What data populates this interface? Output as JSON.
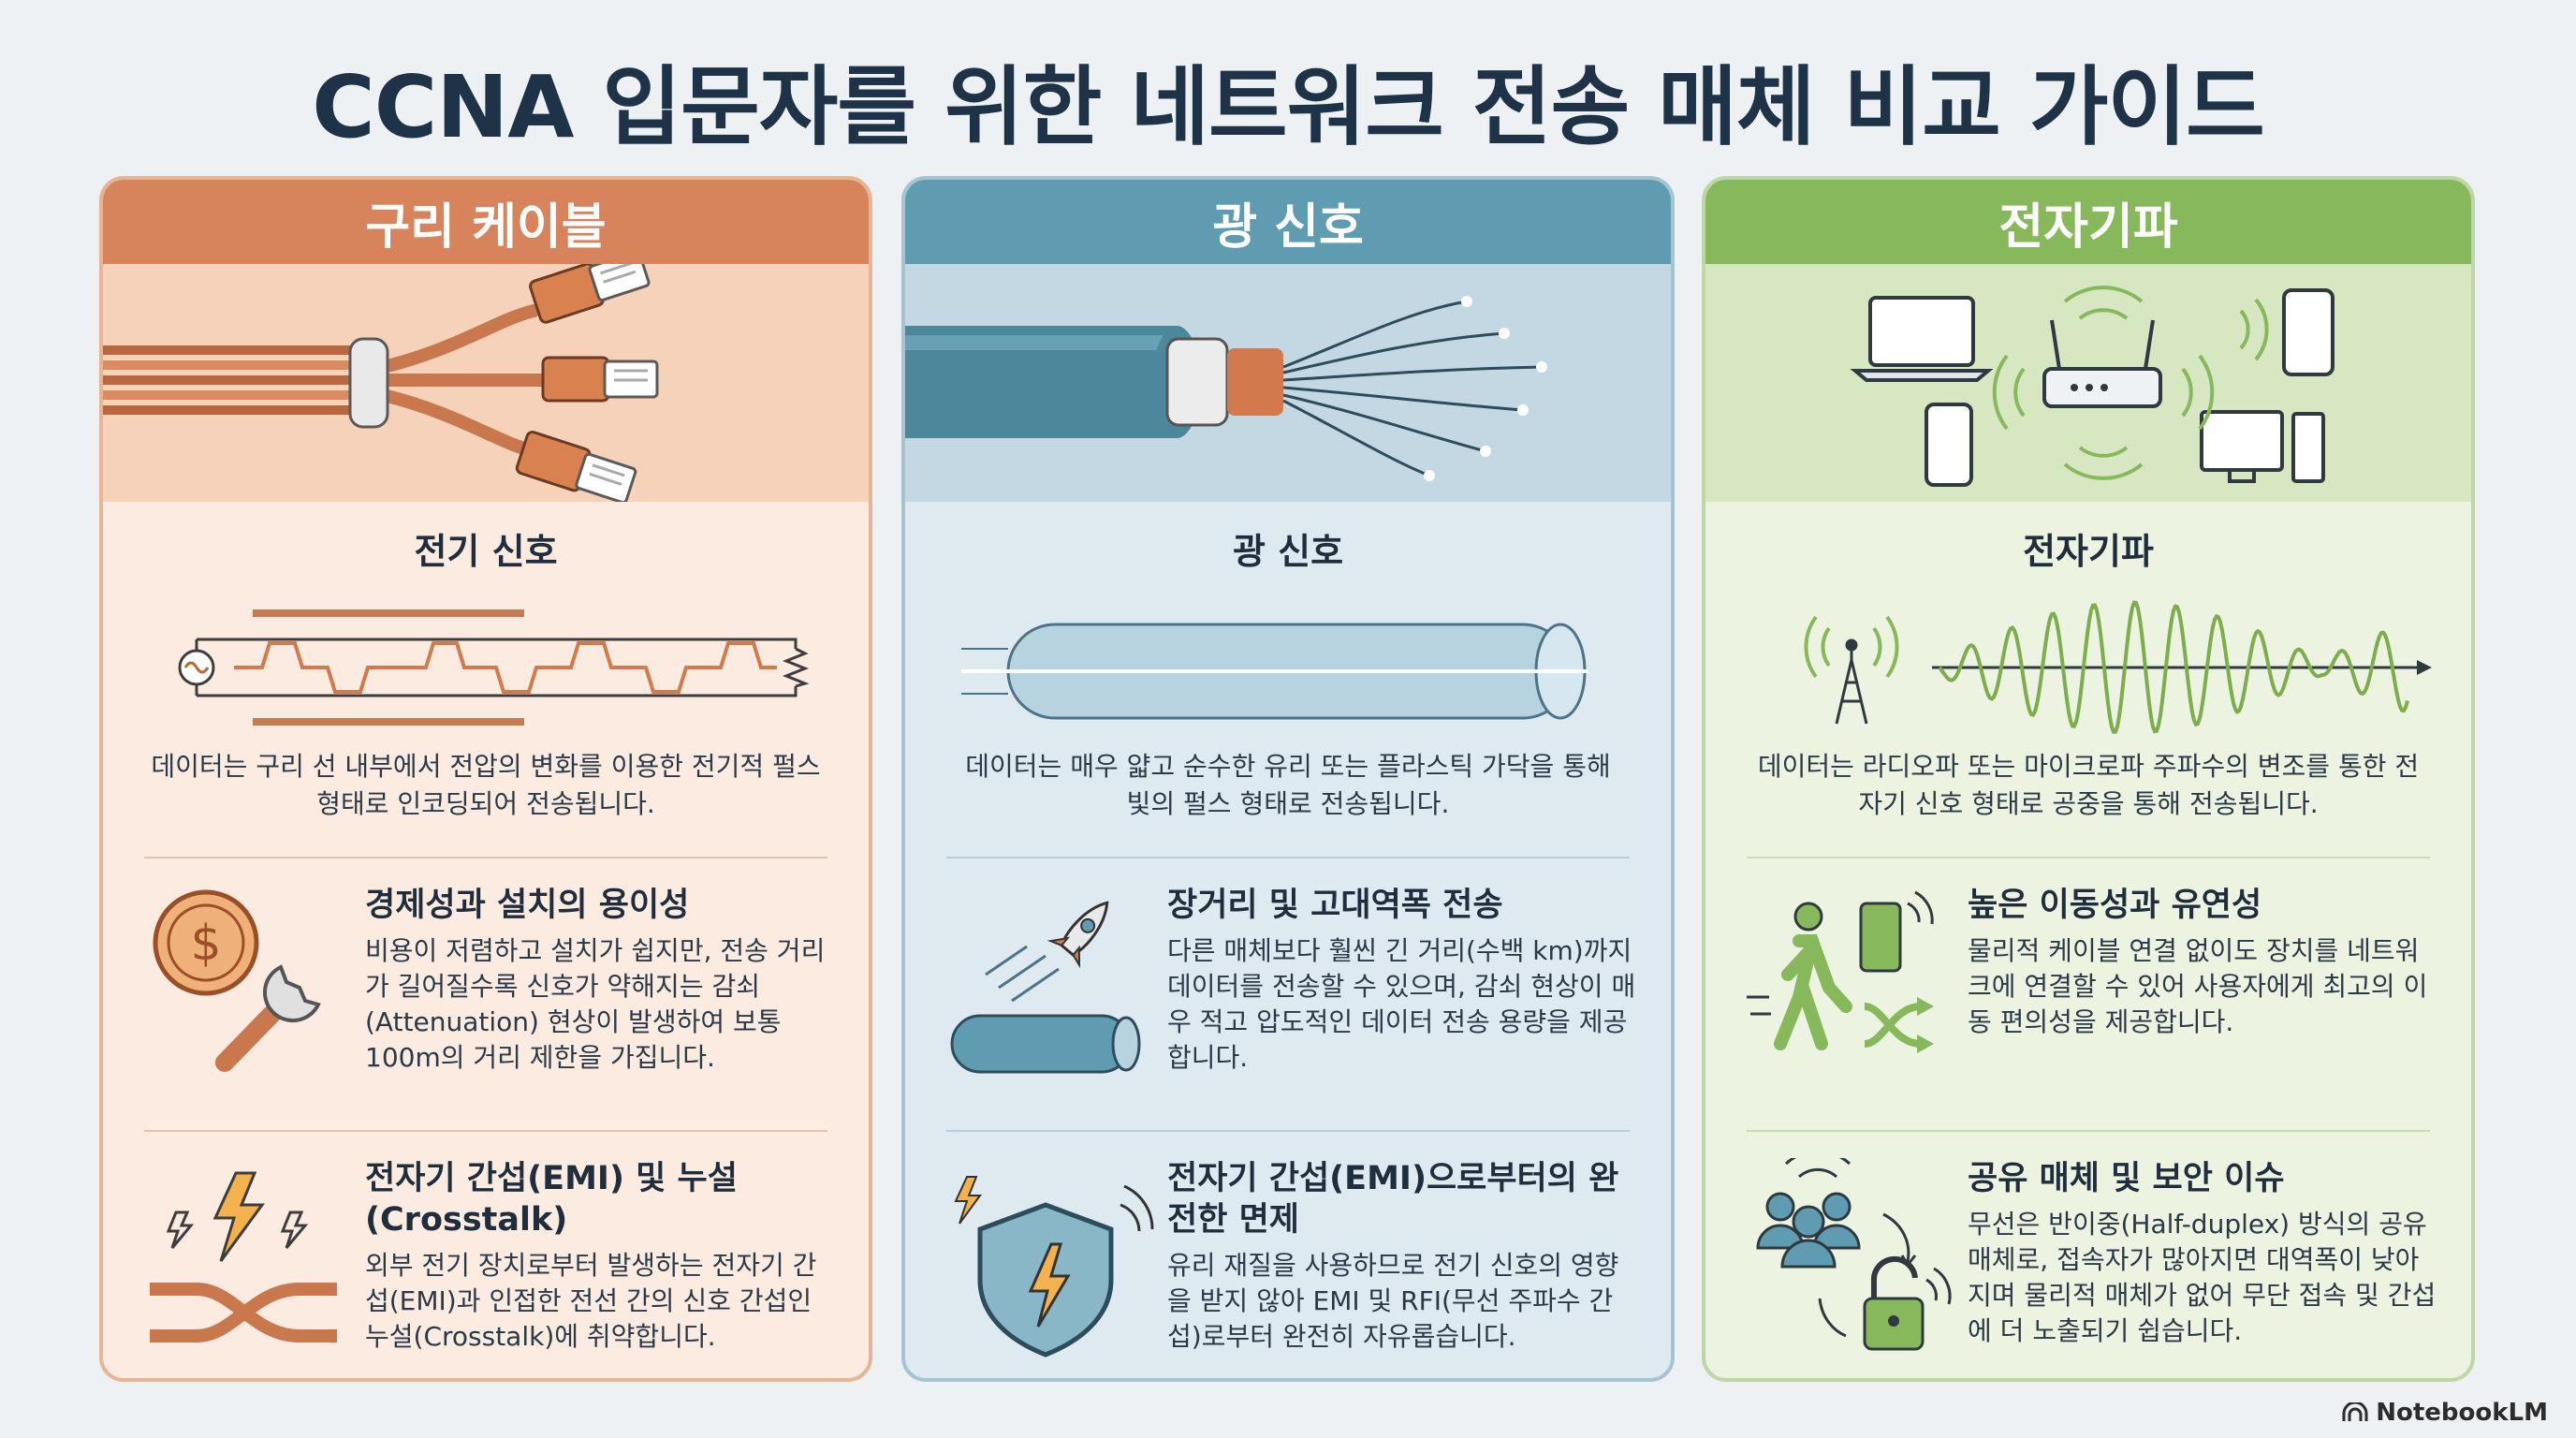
{
  "page": {
    "title": "CCNA 입문자를 위한 네트워크 전송 매체 비교 가이드"
  },
  "columns": [
    {
      "header": "구리 케이블",
      "signal_title": "전기 신호",
      "description": "데이터는 구리 선 내부에서 전압의 변화를 이용한 전기적 펄스 형태로 인코딩되어 전송됩니다.",
      "features": [
        {
          "title": "경제성과 설치의 용이성",
          "text": "비용이 저렴하고 설치가 쉽지만, 전송 거리가 길어질수록 신호가 약해지는 감쇠(Attenuation) 현상이 발생하여 보통 100m의 거리 제한을 가집니다."
        },
        {
          "title": "전자기 간섭(EMI) 및 누설(Crosstalk)",
          "text": "외부 전기 장치로부터 발생하는 전자기 간섭(EMI)과 인접한 전선 간의 신호 간섭인 누설(Crosstalk)에 취약합니다."
        }
      ]
    },
    {
      "header": "광 신호",
      "signal_title": "광 신호",
      "description": "데이터는 매우 얇고 순수한 유리 또는 플라스틱 가닥을 통해 빛의 펄스 형태로 전송됩니다.",
      "features": [
        {
          "title": "장거리 및 고대역폭 전송",
          "text": "다른 매체보다 훨씬 긴 거리(수백 km)까지 데이터를 전송할 수 있으며, 감쇠 현상이 매우 적고 압도적인 데이터 전송 용량을 제공합니다."
        },
        {
          "title": "전자기 간섭(EMI)으로부터의 완전한 면제",
          "text": "유리 재질을 사용하므로 전기 신호의 영향을 받지 않아 EMI 및 RFI(무선 주파수 간섭)로부터 완전히 자유롭습니다."
        }
      ]
    },
    {
      "header": "전자기파",
      "signal_title": "전자기파",
      "description": "데이터는 라디오파 또는 마이크로파 주파수의 변조를 통한 전자기 신호 형태로 공중을 통해 전송됩니다.",
      "features": [
        {
          "title": "높은 이동성과 유연성",
          "text": "물리적 케이블 연결 없이도 장치를 네트워크에 연결할 수 있어 사용자에게 최고의 이동 편의성을 제공합니다."
        },
        {
          "title": "공유 매체 및 보안 이슈",
          "text": "무선은 반이중(Half-duplex) 방식의 공유 매체로, 접속자가 많아지면 대역폭이 낮아지며 물리적 매체가 없어 무단 접속 및 간섭에 더 노출되기 쉽습니다."
        }
      ]
    }
  ],
  "footer": {
    "brand": "NotebookLM"
  },
  "colors": {
    "copper": "#d7835c",
    "optic": "#5f9bb1",
    "wave": "#88b85c"
  }
}
